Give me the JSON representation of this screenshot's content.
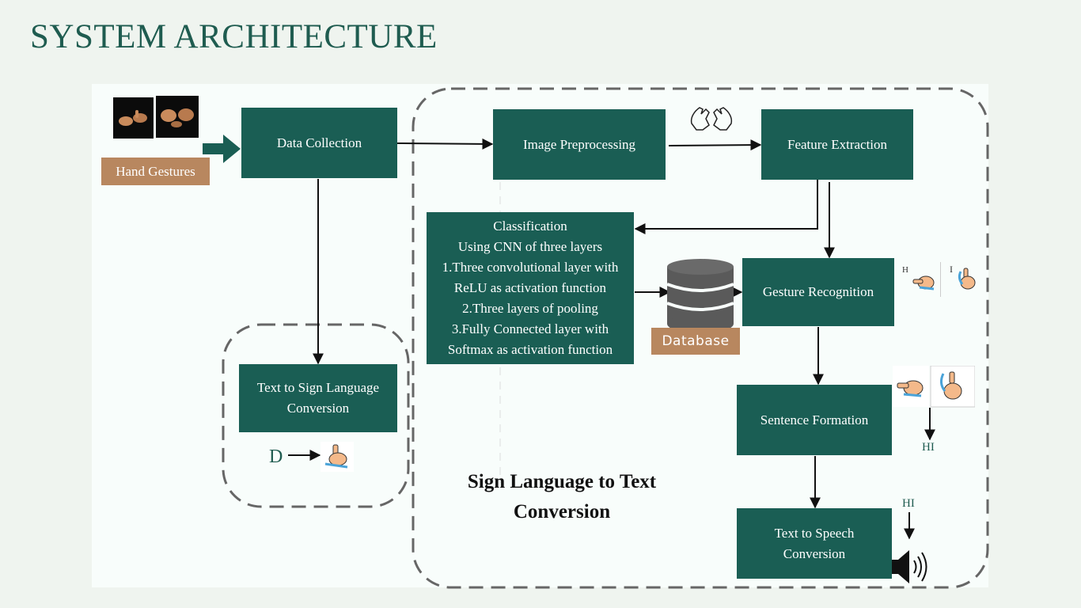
{
  "title": "SYSTEM ARCHITECTURE",
  "input_label": "Hand Gestures",
  "nodes": {
    "data_collection": "Data Collection",
    "image_preprocessing": "Image Preprocessing",
    "feature_extraction": "Feature Extraction",
    "classification": [
      "Classification",
      "Using CNN of three layers",
      "1.Three convolutional layer with",
      "ReLU as activation function",
      "2.Three layers of pooling",
      "3.Fully Connected layer with",
      "Softmax as activation function"
    ],
    "gesture_recognition": "Gesture Recognition",
    "sentence_formation": "Sentence Formation",
    "text_to_speech": [
      "Text to Speech",
      "Conversion"
    ],
    "text_to_sign": [
      "Text to Sign Language",
      "Conversion"
    ]
  },
  "database_label": "Database",
  "group_label": [
    "Sign Language to Text",
    "Conversion"
  ],
  "letters": {
    "d": "D",
    "h": "H",
    "i": "I"
  },
  "outputs": {
    "sentence_output": "HI",
    "speech_input": "HI"
  },
  "colors": {
    "box": "#1a5e54",
    "tag": "#b8875f",
    "title": "#1f5c50",
    "background": "#eff4ef"
  },
  "icons": [
    "hand-photo-icon",
    "hands-outline-icon",
    "database-icon",
    "hand-sign-icon",
    "speaker-icon"
  ]
}
